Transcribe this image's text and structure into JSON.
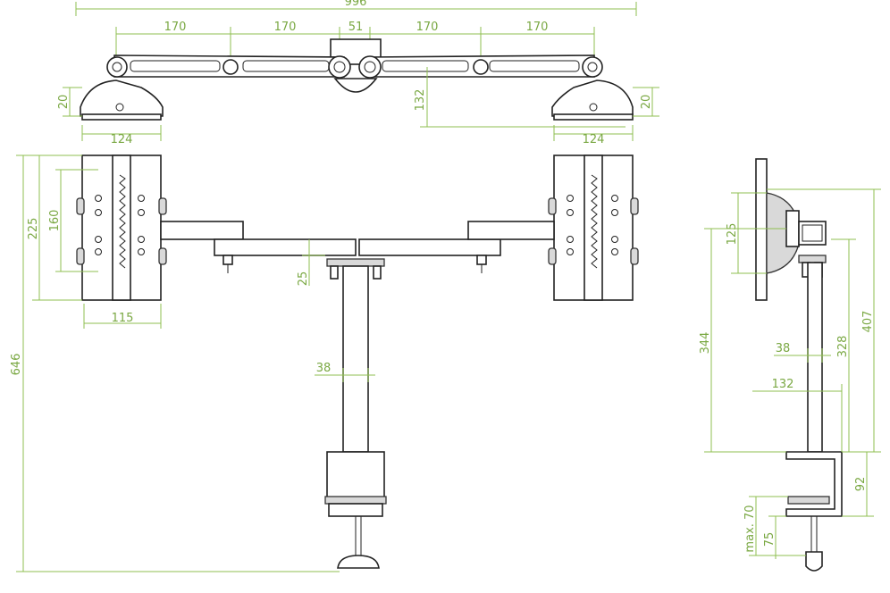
{
  "dimensions": {
    "top_width": "996",
    "arm_segment_1": "170",
    "arm_segment_2": "170",
    "center_gap": "51",
    "arm_segment_3": "170",
    "arm_segment_4": "170",
    "top_left_height": "20",
    "top_right_height": "20",
    "arm_offset": "132",
    "plate_left_width": "124",
    "plate_right_width": "124",
    "vesa_height_outer": "225",
    "vesa_height_inner": "160",
    "vesa_width": "115",
    "arm_drop": "25",
    "pole_width_front": "38",
    "total_height": "646",
    "side_vesa": "125",
    "side_height_344": "344",
    "side_height_407": "407",
    "side_pole_width": "38",
    "side_pole_height": "328",
    "side_depth": "132",
    "clamp_height": "92",
    "clamp_max": "max. 70",
    "clamp_75": "75"
  }
}
